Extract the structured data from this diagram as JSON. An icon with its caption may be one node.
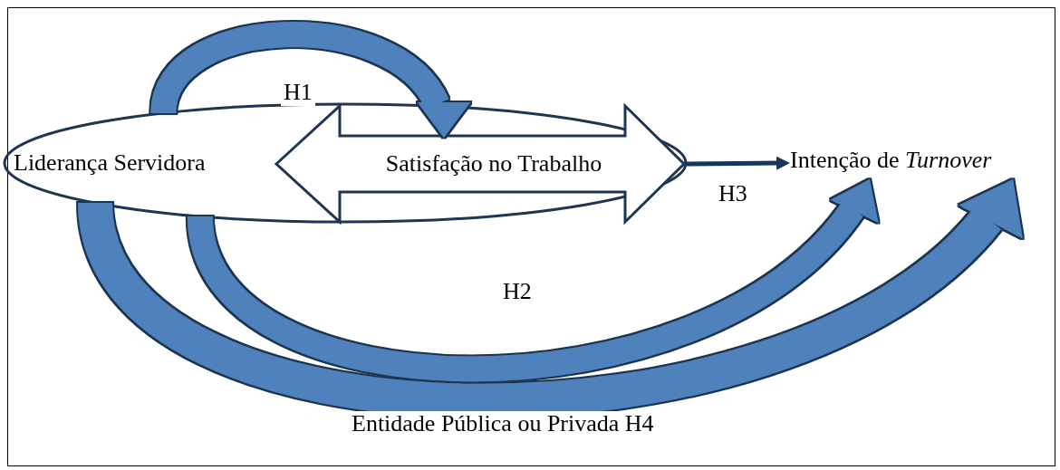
{
  "diagram": {
    "nodes": [
      {
        "text": [
          "Liderança Servidora"
        ]
      },
      {
        "text": [
          "Satisfação no Trabalho"
        ],
        "in": 0
      },
      {
        "text": [
          "Intenção de *Turnover*"
        ]
      }
    ],
    "edges": [
      {
        "from": 0,
        "to": 1,
        "arrow": "to",
        "label": "H1"
      },
      {
        "from": 1,
        "to": 2,
        "arrow": "to",
        "label": "H3",
        "color": "#17375e"
      },
      {
        "from": 0,
        "to": 2,
        "arrow": "to",
        "label": "H2"
      },
      {
        "from": 0,
        "to": 2,
        "arrow": "to",
        "label": "Entidade Pública ou Privada H4"
      }
    ]
  }
}
